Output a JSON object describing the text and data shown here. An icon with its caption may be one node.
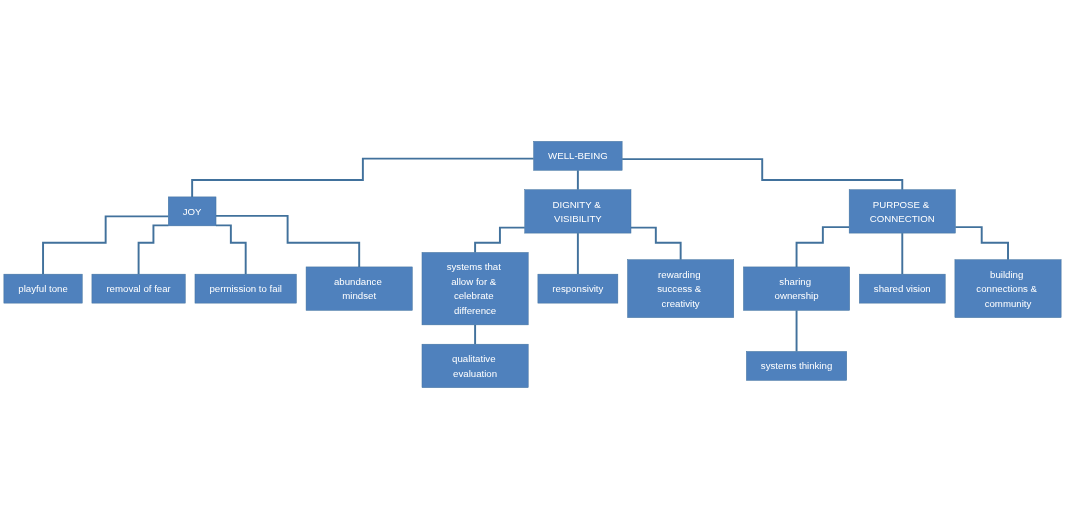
{
  "diagram": {
    "nodes": [
      {
        "text": [
          "WELL-BEING"
        ]
      },
      {
        "text": [
          "JOY"
        ]
      },
      {
        "text": [
          "DIGNITY & VISIBILITY"
        ]
      },
      {
        "text": [
          "PURPOSE & CONNECTION"
        ]
      },
      {
        "text": [
          "playful tone"
        ]
      },
      {
        "text": [
          "removal of fear"
        ]
      },
      {
        "text": [
          "permission to fail"
        ]
      },
      {
        "text": [
          "abundance mindset"
        ]
      },
      {
        "text": [
          "systems that allow for & celebrate difference"
        ]
      },
      {
        "text": [
          "responsivity"
        ]
      },
      {
        "text": [
          "rewarding success & creativity"
        ]
      },
      {
        "text": [
          "qualitative evaluation"
        ]
      },
      {
        "text": [
          "sharing ownership"
        ]
      },
      {
        "text": [
          "shared vision"
        ]
      },
      {
        "text": [
          "systems thinking"
        ]
      },
      {
        "text": [
          "building connections & community"
        ]
      }
    ],
    "edges": [
      {
        "from": 0,
        "to": 1,
        "arrow": "none"
      },
      {
        "from": 0,
        "to": 2,
        "arrow": "none"
      },
      {
        "from": 0,
        "to": 3,
        "arrow": "none"
      },
      {
        "from": 1,
        "to": 4,
        "arrow": "none"
      },
      {
        "from": 1,
        "to": 5,
        "arrow": "none"
      },
      {
        "from": 1,
        "to": 6,
        "arrow": "none"
      },
      {
        "from": 1,
        "to": 7,
        "arrow": "none"
      },
      {
        "from": 2,
        "to": 8,
        "arrow": "none"
      },
      {
        "from": 2,
        "to": 9,
        "arrow": "none"
      },
      {
        "from": 2,
        "to": 10,
        "arrow": "none"
      },
      {
        "from": 8,
        "to": 11,
        "arrow": "none"
      },
      {
        "from": 3,
        "to": 12,
        "arrow": "none"
      },
      {
        "from": 3,
        "to": 13,
        "arrow": "none"
      },
      {
        "from": 3,
        "to": 15,
        "arrow": "none"
      },
      {
        "from": 12,
        "to": 14,
        "arrow": "none"
      }
    ]
  }
}
